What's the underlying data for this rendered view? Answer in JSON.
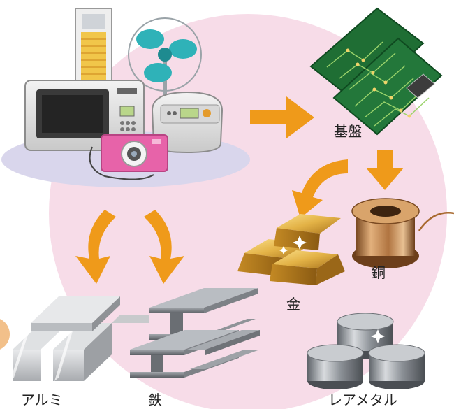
{
  "labels": {
    "substrate": "基盤",
    "copper": "銅",
    "gold": "金",
    "aluminum": "アルミ",
    "iron": "鉄",
    "rare_metal": "レアメタル"
  },
  "colors": {
    "background_circle": "#f7dce8",
    "arrow": "#ef9a1a",
    "appliance_ellipse": "#d9d6ec",
    "pcb_green": "#1f6e34",
    "gold_bar": "#e3b246",
    "copper_coil": "#c48a54",
    "aluminum": "#c7c9cc",
    "iron": "#7f8388",
    "rare_metal": "#8a8f95",
    "label_text": "#222222"
  },
  "icons": [
    "electronics-icon",
    "circuit-board-icon",
    "gold-bar-icon",
    "copper-coil-icon",
    "aluminum-bars-icon",
    "steel-beams-icon",
    "rare-metal-icon"
  ]
}
